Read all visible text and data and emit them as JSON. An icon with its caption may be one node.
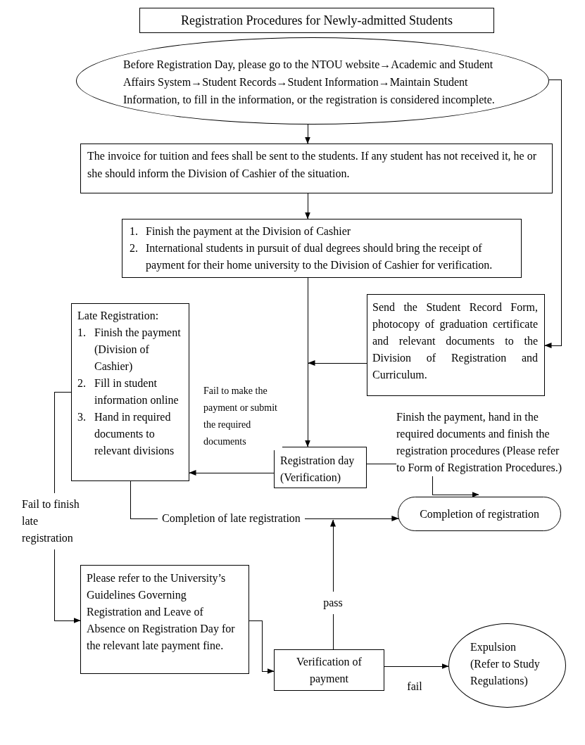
{
  "diagram": {
    "title": "Registration Procedures for Newly-admitted Students",
    "nodes": [
      {
        "text": [
          "Before Registration Day, please go to the NTOU website→Academic and Student Affairs System→Student Records→Student Information→Maintain Student Information, to fill in the information, or the registration is considered incomplete."
        ]
      },
      {
        "text": [
          "The invoice for tuition and fees shall be sent to the students. If any student has not received it, he or she should inform the Division of Cashier of the situation."
        ]
      },
      {
        "text": [
          "1.",
          "Finish the payment at the Division of Cashier",
          "2.",
          "International students in pursuit of dual degrees should bring the receipt of payment for their home university to the Division of Cashier for verification."
        ]
      },
      {
        "text": [
          "Late Registration:",
          "1.",
          "Finish the payment (Division of Cashier)",
          "2.",
          "Fill in student information online",
          "3.",
          "Hand in required documents to relevant divisions"
        ]
      },
      {
        "text": [
          "Send the Student Record Form, photocopy of graduation certificate and relevant documents to the Division of Registration and Curriculum."
        ]
      },
      {
        "text": [
          "Registration day (Verification)"
        ]
      },
      {
        "text": [
          "Completion of registration"
        ]
      },
      {
        "text": [
          "Please refer to the University’s Guidelines Governing Registration and Leave of Absence on Registration Day for the relevant late payment fine."
        ]
      },
      {
        "text": [
          "Verification of payment"
        ]
      },
      {
        "text": [
          "Expulsion (Refer to Study Regulations)"
        ]
      }
    ],
    "edges": [
      {
        "from": 0,
        "to": 1,
        "arrow": "to"
      },
      {
        "from": 1,
        "to": 2,
        "arrow": "to"
      },
      {
        "from": 0,
        "to": 4,
        "arrow": "to"
      },
      {
        "from": 2,
        "to": 5,
        "arrow": "to"
      },
      {
        "from": 4,
        "to": 5,
        "arrow": "to"
      },
      {
        "from": 5,
        "to": 3,
        "arrow": "to",
        "label": "Fail to make the payment or submit the required documents"
      },
      {
        "from": 5,
        "to": 6,
        "arrow": "to",
        "label": "Finish the payment, hand in the required documents and finish the registration procedures (Please refer to Form of Registration Procedures.)"
      },
      {
        "from": 3,
        "to": 6,
        "arrow": "to",
        "label": "Completion of late registration"
      },
      {
        "from": 3,
        "to": 7,
        "arrow": "to",
        "label": "Fail to finish late registration"
      },
      {
        "from": 7,
        "to": 8,
        "arrow": "to"
      },
      {
        "from": 8,
        "to": 6,
        "arrow": "to",
        "label": "pass"
      },
      {
        "from": 8,
        "to": 9,
        "arrow": "to",
        "label": "fail"
      }
    ]
  }
}
